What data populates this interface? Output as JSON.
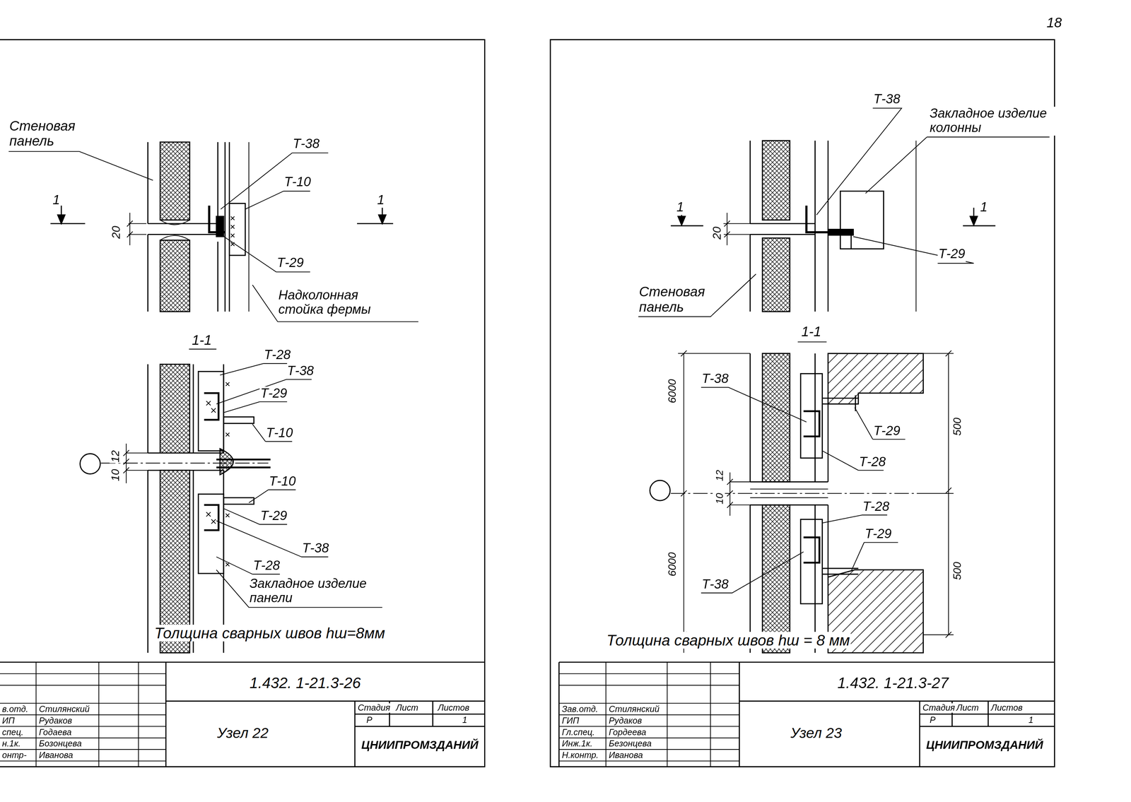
{
  "diagram": {
    "labels": [
      "Стеновая панель",
      "Т-38",
      "Т-10",
      "1",
      "1",
      "20",
      "Т-29",
      "Надколонная стойка фермы",
      "1-1",
      "Т-28",
      "Т-38",
      "Т-29",
      "Т-10",
      "12",
      "10",
      "Т-10",
      "Т-29",
      "Т-38",
      "Т-28",
      "Закладное изделие панели",
      "Толщина сварных швов hш=8мм",
      "1.432. 1-21.3-26",
      "в.отд.",
      "Стилянский",
      "ИП",
      "Рудаков",
      "спец.",
      "Годаева",
      "н.1к.",
      "Бозонцева",
      "онтр-",
      "Иванова",
      "Узел 22",
      "Стадия",
      "Лист",
      "Листов",
      "Р",
      "1",
      "ЦНИИПРОМЗДАНИЙ",
      "18",
      "Т-38",
      "Закладное изделие колонны",
      "1",
      "1",
      "20",
      "Т-29",
      "Стеновая панель",
      "1-1",
      "Т-38",
      "6000",
      "500",
      "Т-29",
      "Т-28",
      "12",
      "10",
      "Т-28",
      "Т-29",
      "6000",
      "500",
      "Т-38",
      "Толщина сварных швов hш = 8 мм",
      "1.432. 1-21.3-27",
      "Зав.отд.",
      "Стилянский",
      "ГИП",
      "Рудаков",
      "Гл.спец.",
      "Гордеева",
      "Инж.1к.",
      "Безонцева",
      "Н.контр.",
      "Иванова",
      "Узел 23",
      "Стадия",
      "Лист",
      "Листов",
      "Р",
      "1",
      "ЦНИИПРОМЗДАНИЙ"
    ]
  }
}
